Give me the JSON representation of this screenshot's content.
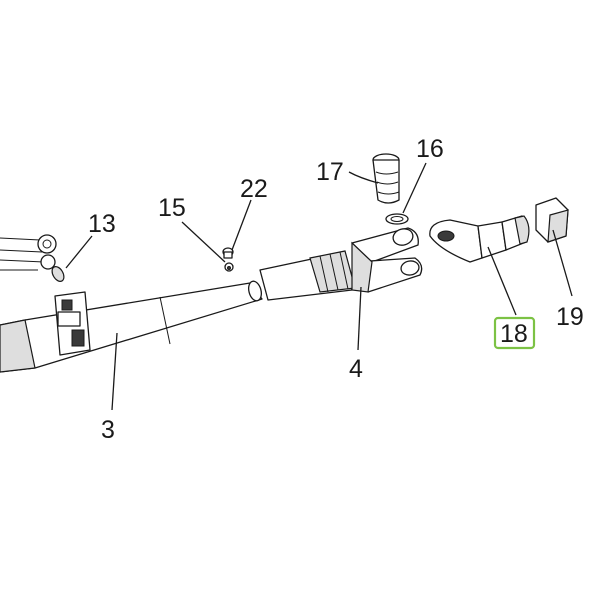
{
  "colors": {
    "line": "#1a1a1a",
    "highlight": "#7cc244",
    "background": "#ffffff"
  },
  "callouts": [
    {
      "id": "13",
      "label": "13"
    },
    {
      "id": "15",
      "label": "15"
    },
    {
      "id": "22",
      "label": "22"
    },
    {
      "id": "17",
      "label": "17"
    },
    {
      "id": "16",
      "label": "16"
    },
    {
      "id": "3",
      "label": "3"
    },
    {
      "id": "4",
      "label": "4"
    },
    {
      "id": "18",
      "label": "18",
      "highlighted": true
    },
    {
      "id": "19",
      "label": "19"
    }
  ]
}
